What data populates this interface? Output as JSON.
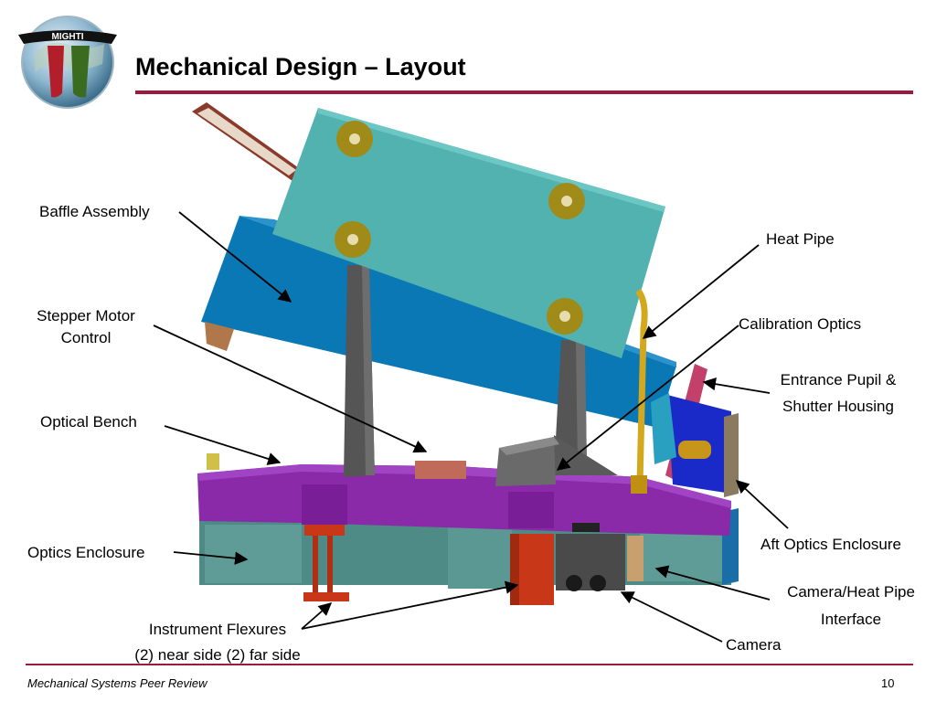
{
  "header": {
    "title": "Mechanical Design – Layout",
    "logo_text": "MIGHTI"
  },
  "labels": {
    "baffle_assembly": "Baffle Assembly",
    "stepper_motor_line1": "Stepper Motor",
    "stepper_motor_line2": "Control",
    "optical_bench": "Optical Bench",
    "optics_enclosure": "Optics Enclosure",
    "instrument_flexures_line1": "Instrument Flexures",
    "instrument_flexures_line2": "(2) near side (2) far side",
    "heat_pipe": "Heat Pipe",
    "calibration_optics": "Calibration Optics",
    "entrance_pupil_line1": "Entrance Pupil &",
    "entrance_pupil_line2": "Shutter Housing",
    "aft_optics_enclosure": "Aft Optics Enclosure",
    "camera_heat_pipe_line1": "Camera/Heat Pipe",
    "camera_heat_pipe_line2": "Interface",
    "camera": "Camera"
  },
  "footer": {
    "text": "Mechanical Systems Peer Review",
    "page": "10"
  },
  "colors": {
    "accent_rule": "#9b1b3c",
    "baffle_top": "#52b2b0",
    "baffle_blue": "#0a78b4",
    "optical_bench": "#8a2aa8",
    "enclosure": "#4e8a86",
    "flexure_red": "#c83818",
    "heat_pipe_gold": "#d4a81c"
  }
}
